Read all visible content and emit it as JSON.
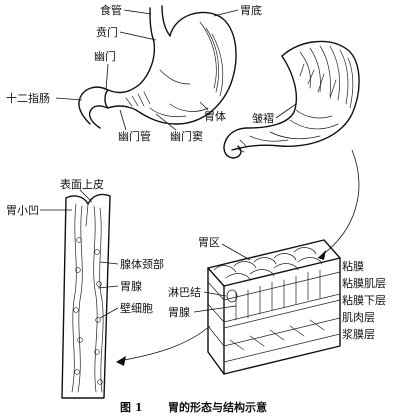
{
  "labels": {
    "esophagus": "食管",
    "cardia": "贲门",
    "fundus": "胃底",
    "pylorus": "幽门",
    "duodenum": "十二指肠",
    "body": "胃体",
    "pyloric_canal": "幽门管",
    "pyloric_antrum": "幽门窦",
    "rugae": "皱褶",
    "surface_epithelium": "表面上皮",
    "gastric_pit": "胃小凹",
    "gland_neck": "腺体颈部",
    "gastric_gland_left": "胃腺",
    "parietal_cell": "壁细胞",
    "gastric_area": "胃区",
    "lymph_nodule": "淋巴结",
    "gastric_gland_block": "胃腺",
    "mucosa": "粘膜",
    "muscularis_mucosae": "粘膜肌层",
    "submucosa": "粘膜下层",
    "muscularis": "肌肉层",
    "serosa": "浆膜层"
  },
  "caption": {
    "number": "图 1",
    "text": "胃的形态与结构示意"
  }
}
